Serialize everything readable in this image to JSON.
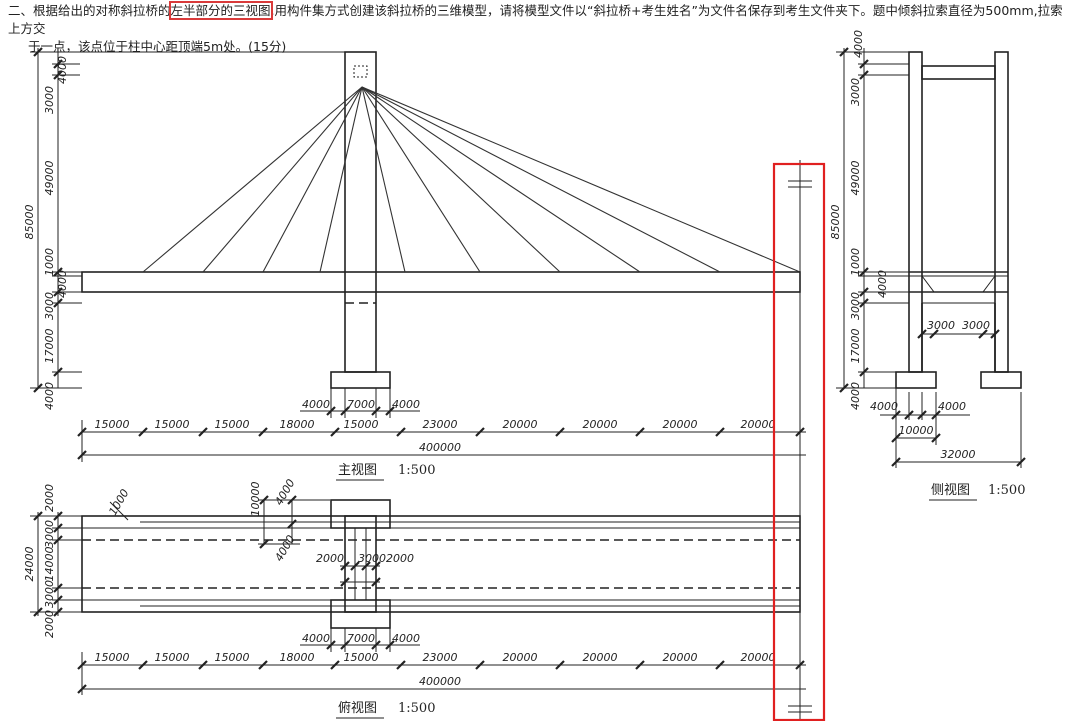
{
  "task": {
    "line1_a": "二、根据给出的对称斜拉桥的",
    "line1_hl": "左半部分的三视图",
    "line1_b": ",用构件集方式创建该斜拉桥的三维模型，请将模型文件以“斜拉桥+考生姓名”为文件名保存到考生文件夹下。题中倾斜拉索直径为500mm,拉索上方交",
    "line2": "于一点，该点位于柱中心距顶端5m处。(15分)"
  },
  "front_view": {
    "caption": "主视图",
    "scale": "1:500",
    "left_dims": [
      "4000",
      "3000",
      "49000",
      "85000",
      "1000",
      "4000",
      "3000",
      "17000",
      "4000"
    ],
    "pier_dims": [
      "4000",
      "7000",
      "4000"
    ],
    "span_dims": [
      "15000",
      "15000",
      "15000",
      "18000",
      "15000",
      "23000",
      "20000",
      "20000",
      "20000",
      "20000"
    ],
    "total_dim": "400000"
  },
  "top_view": {
    "caption": "俯视图",
    "scale": "1:500",
    "left_dims": [
      "2000",
      "3000",
      "24000",
      "14000",
      "3000",
      "2000"
    ],
    "detail_dims": [
      "1000",
      "10000",
      "4000",
      "4000",
      "2000",
      "3000",
      "2000"
    ],
    "pier_dims": [
      "4000",
      "7000",
      "4000"
    ],
    "span_dims": [
      "15000",
      "15000",
      "15000",
      "18000",
      "15000",
      "23000",
      "20000",
      "20000",
      "20000",
      "20000"
    ],
    "total_dim": "400000"
  },
  "side_view": {
    "caption": "侧视图",
    "scale": "1:500",
    "left_dims": [
      "4000",
      "3000",
      "49000",
      "85000",
      "1000",
      "4000",
      "3000",
      "17000",
      "4000"
    ],
    "inner_dims": [
      "3000",
      "3000"
    ],
    "bottom_dims": [
      "4000",
      "4000",
      "10000",
      "32000"
    ]
  },
  "highlight_color": "#e02020"
}
